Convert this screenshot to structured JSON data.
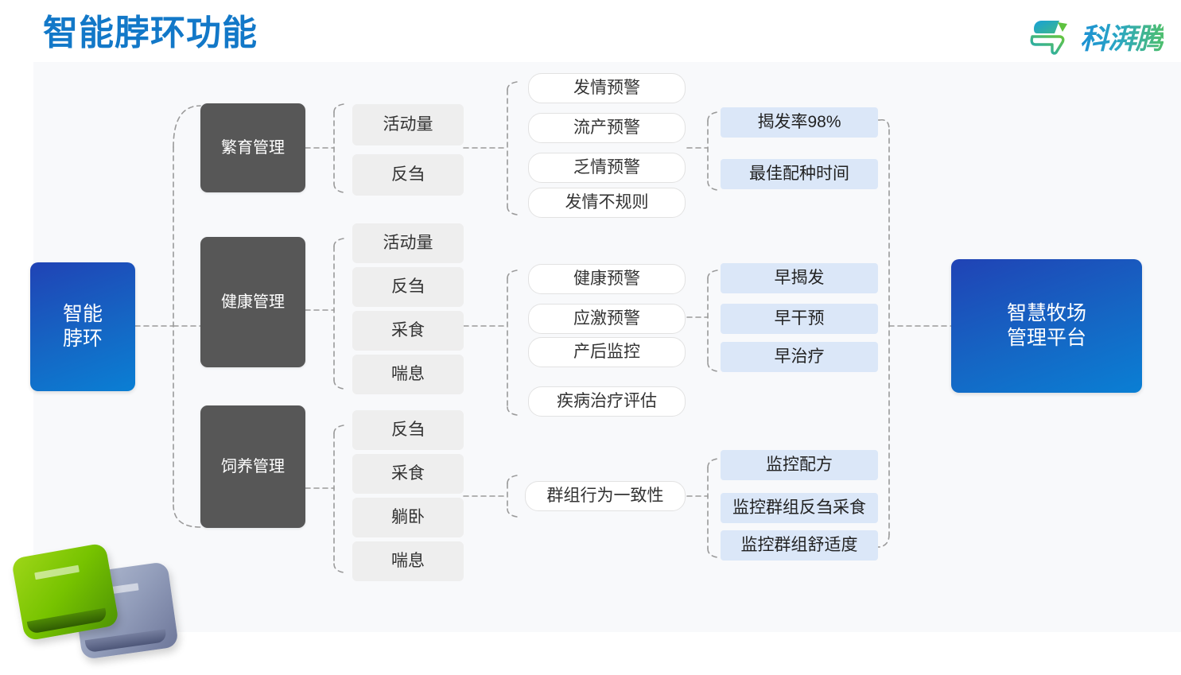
{
  "page": {
    "title": "智能脖环功能",
    "title_color": "#1278c8",
    "background": "#f8f9fb"
  },
  "logo": {
    "text": "科湃腾",
    "mark_name": "kpt-gradient-mark",
    "gradient_from": "#1b8fd4",
    "gradient_to": "#4fbf6e"
  },
  "root": {
    "label": "智能\n脖环",
    "line1": "智能",
    "line2": "脖环",
    "color": "#1566c4"
  },
  "final": {
    "line1": "智慧牧场",
    "line2": "管理平台",
    "color": "#1566c4"
  },
  "categories": [
    {
      "id": "breeding",
      "label": "繁育管理"
    },
    {
      "id": "health",
      "label": "健康管理"
    },
    {
      "id": "feeding",
      "label": "饲养管理"
    }
  ],
  "metrics": {
    "breeding": [
      "活动量",
      "反刍"
    ],
    "health": [
      "活动量",
      "反刍",
      "采食",
      "喘息"
    ],
    "feeding": [
      "反刍",
      "采食",
      "躺卧",
      "喘息"
    ]
  },
  "alerts": {
    "breeding": [
      "发情预警",
      "流产预警",
      "乏情预警",
      "发情不规则"
    ],
    "health": [
      "健康预警",
      "应激预警",
      "产后监控",
      "疾病治疗评估"
    ],
    "feeding": [
      "群组行为一致性"
    ]
  },
  "results": {
    "breeding": [
      "揭发率98%",
      "最佳配种时间"
    ],
    "health": [
      "早揭发",
      "早干预",
      "早治疗"
    ],
    "feeding": [
      "监控配方",
      "监控群组反刍采食",
      "监控群组舒适度"
    ]
  },
  "devices": [
    {
      "name": "collar-device-green",
      "color": "#77c300"
    },
    {
      "name": "collar-device-gray",
      "color": "#939ebb"
    }
  ]
}
